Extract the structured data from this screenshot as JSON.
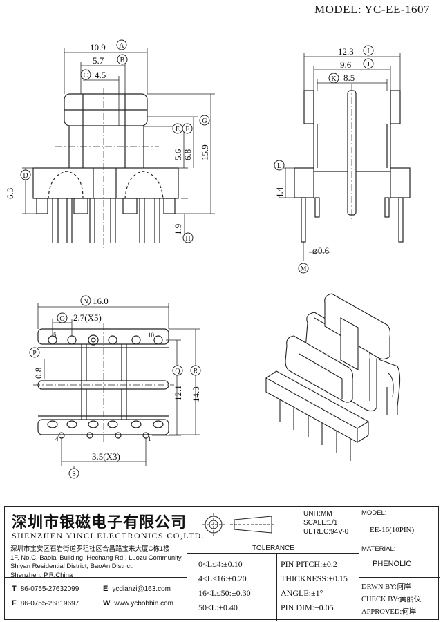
{
  "header": {
    "model_label": "MODEL: YC-EE-1607"
  },
  "dimensions": {
    "a": "10.9",
    "b": "5.7",
    "c": "4.5",
    "d": "6.3",
    "e": "5.6",
    "f": "6.8",
    "g": "15.9",
    "h": "1.9",
    "i": "12.3",
    "j": "9.6",
    "k": "8.5",
    "l": "4.4",
    "m": "⌀0.6",
    "n": "16.0",
    "o": "2.7(X5)",
    "p": "0.8",
    "q": "12.1",
    "r": "14.3",
    "s": "3.5(X3)"
  },
  "markers": [
    "A",
    "B",
    "C",
    "D",
    "E",
    "F",
    "G",
    "H",
    "I",
    "J",
    "K",
    "L",
    "M",
    "N",
    "O",
    "P",
    "Q",
    "R",
    "S"
  ],
  "pin_labels": {
    "p5": "5",
    "p10": "10",
    "p4": "4",
    "p1": "1"
  },
  "title_block": {
    "company_cn": "深圳市银磁电子有限公司",
    "company_en": "SHENZHEN YINCI ELECTRONICS CO,LTD.",
    "address_cn": "深圳市宝安区石岩街道罗租社区合昌路宝来大厦C栋1楼",
    "address_en_1": "1F, No.C, Baolai Building, Hechang Rd., Luozu Community,",
    "address_en_2": "Shiyan Residential District, BaoAn District,",
    "address_en_3": "Shenzhen, P.R.China",
    "tel_label": "T",
    "tel": "86-0755-27632099",
    "fax_label": "F",
    "fax": "86-0755-26819697",
    "email_label": "E",
    "email": "ycdianzi@163.com",
    "web_label": "W",
    "web": "www.ycbobbin.com",
    "unit": "UNIT:MM",
    "scale": "SCALE:1/1",
    "ul_rec": "UL REC:94V-0",
    "model_label": "MODEL:",
    "model_value": "EE-16(10PIN)",
    "material_label": "MATERIAL:",
    "material_value": "PHENOLIC",
    "tolerance_title": "TOLERANCE",
    "tol_1": "0<L≤4:±0.10",
    "tol_2": "4<L≤16:±0.20",
    "tol_3": "16<L≤50:±0.30",
    "tol_4": "50≤L:±0.40",
    "pin_pitch": "PIN PITCH:±0.2",
    "thickness": "THICKNESS:±0.15",
    "angle": "ANGLE:±1°",
    "pin_dim": "PIN DIM:±0.05",
    "drawn_by": "DRWN BY:何岸",
    "check_by": "CHECK BY:黄丽仪",
    "approved": "APPROVED:何岸"
  }
}
